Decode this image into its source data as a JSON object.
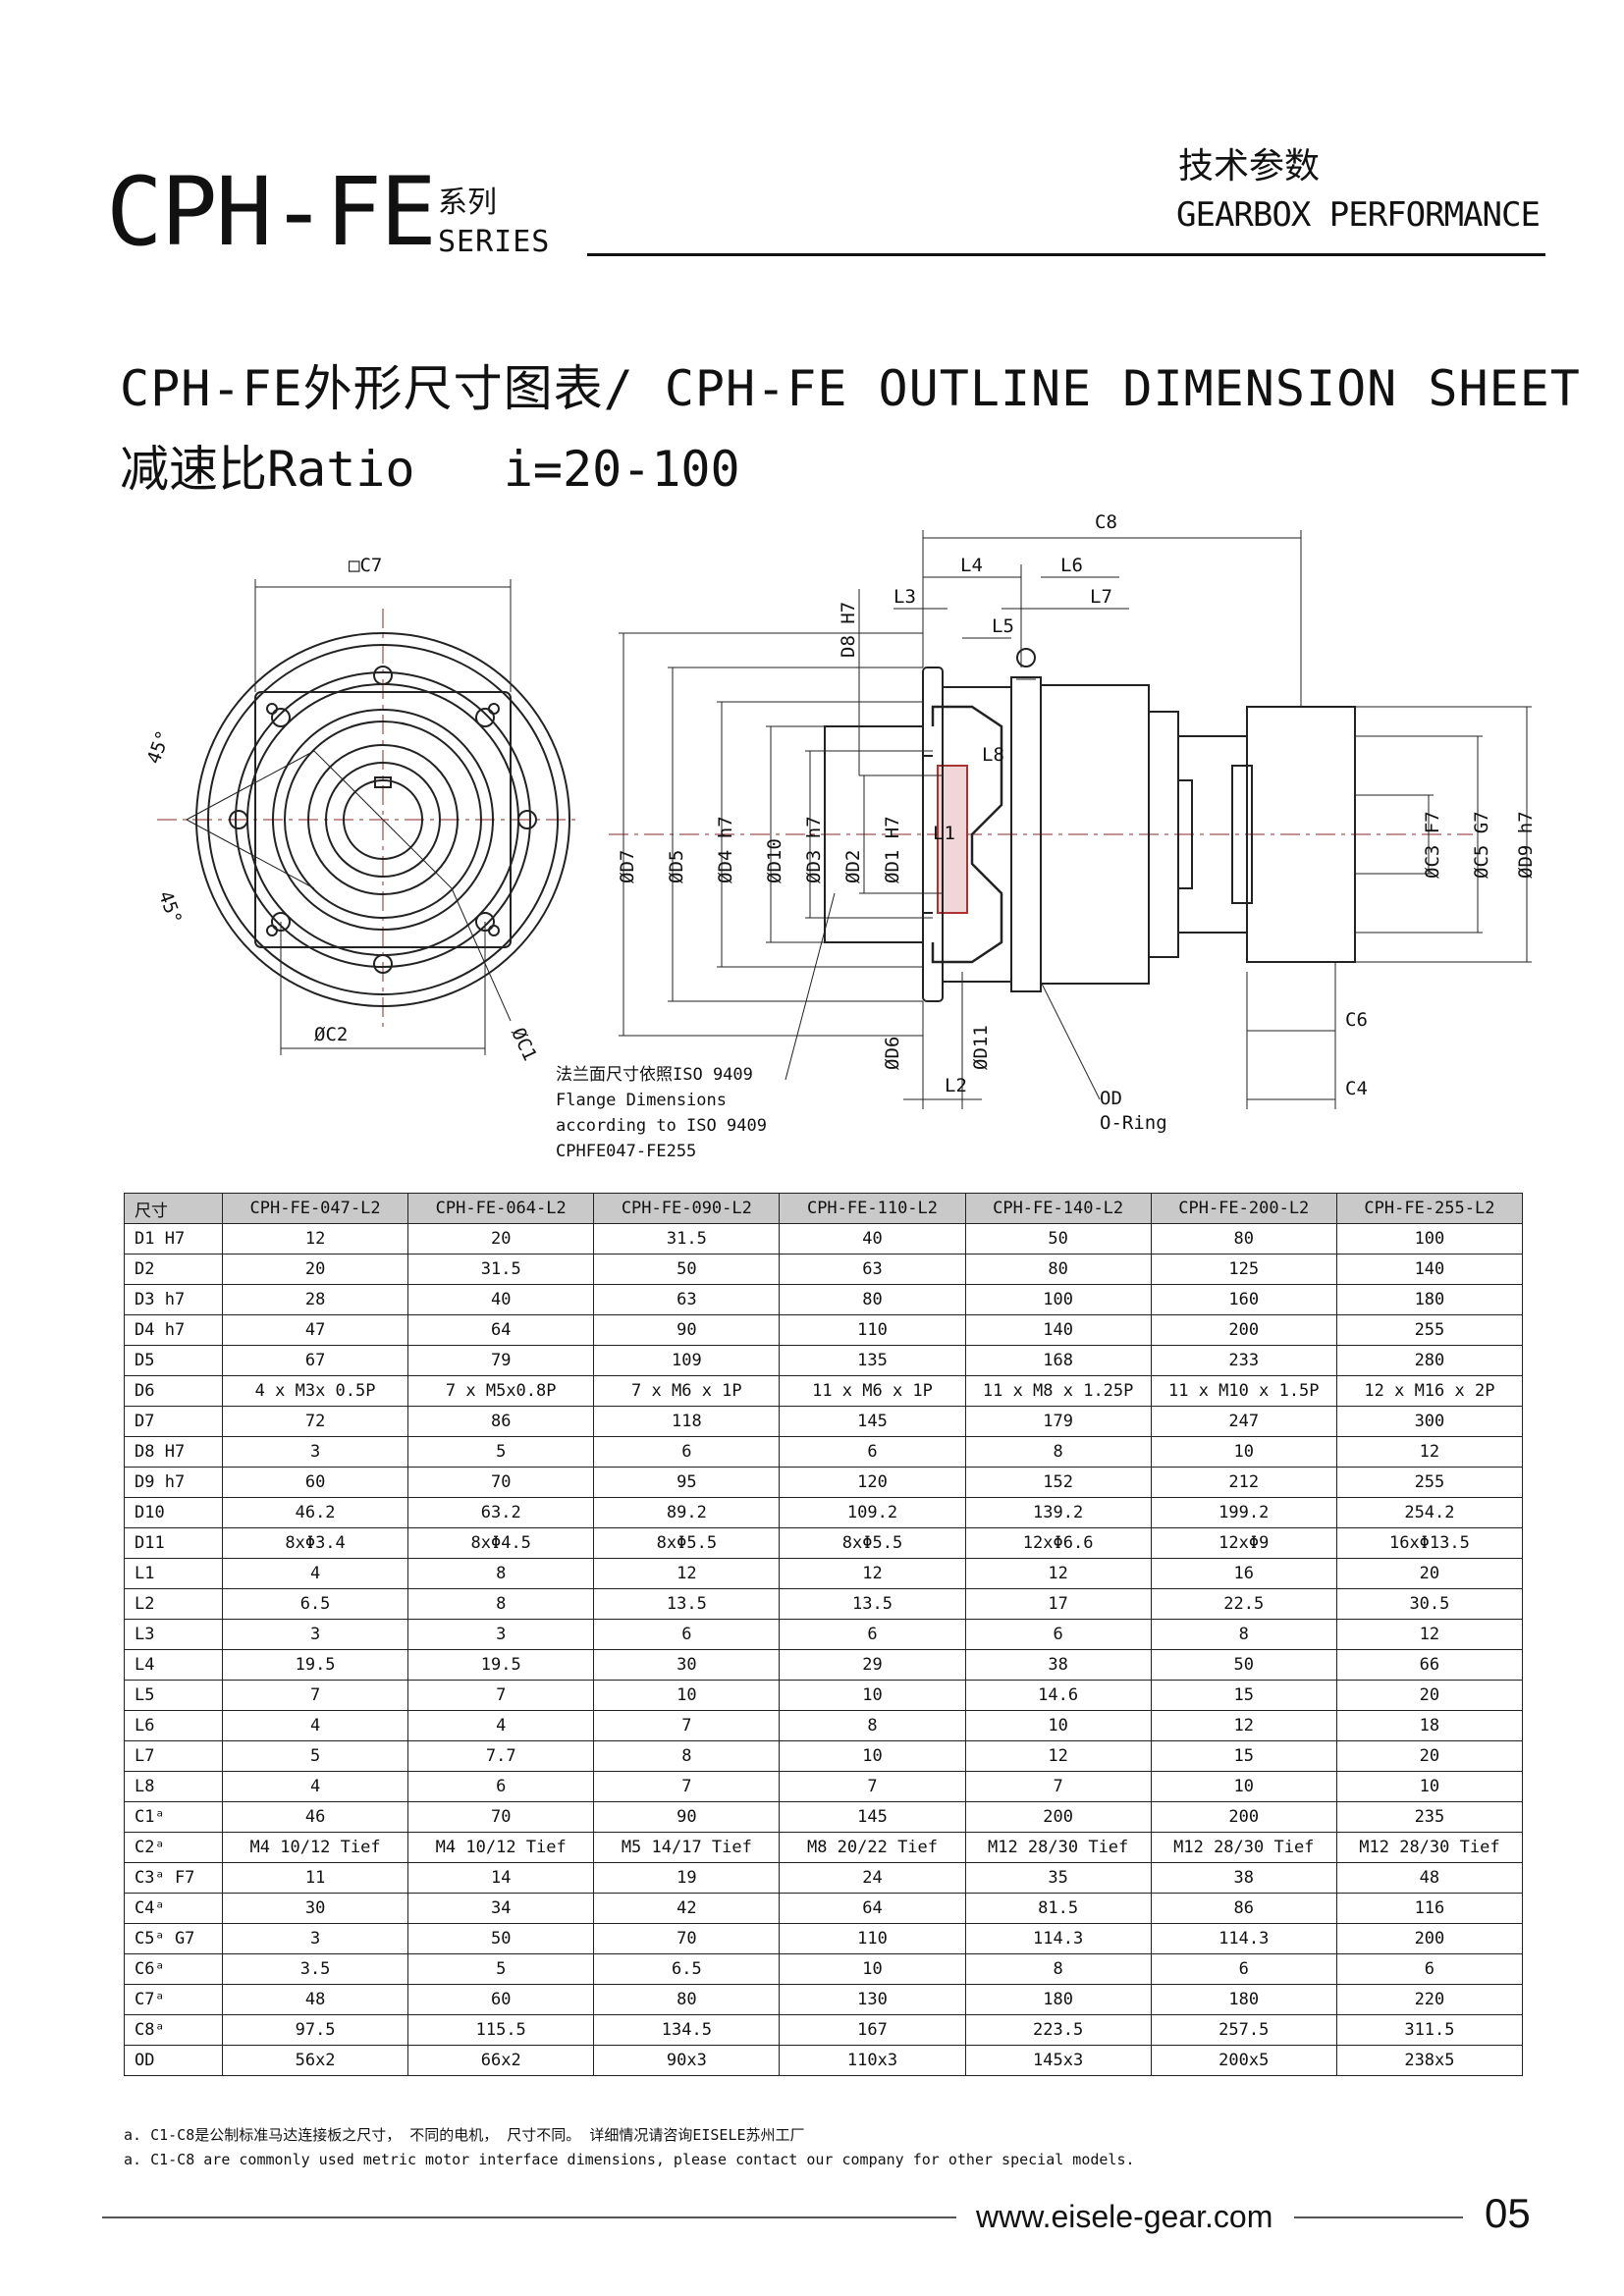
{
  "header": {
    "series_code": "CPH-FE",
    "series_cn": "系列",
    "series_en": "SERIES",
    "section_cn": "技术参数",
    "section_en": "GEARBOX PERFORMANCE"
  },
  "title": {
    "line1": "CPH-FE外形尺寸图表/ CPH-FE OUTLINE DIMENSION SHEET",
    "line2": "减速比Ratio   i=20-100"
  },
  "drawing": {
    "left_labels": {
      "c7": "□C7",
      "c2": "ØC2",
      "c1": "ØC1",
      "angle1": "45°",
      "angle2": "45°"
    },
    "right_labels": {
      "c8": "C8",
      "l4": "L4",
      "l6": "L6",
      "l3": "L3",
      "l7": "L7",
      "l5": "L5",
      "l8": "L8",
      "l1": "L1",
      "l2": "L2",
      "d8": "D8 H7",
      "d7": "ØD7",
      "d5": "ØD5",
      "d4": "ØD4 h7",
      "d10": "ØD10",
      "d3": "ØD3 h7",
      "d2": "ØD2",
      "d1": "ØD1 H7",
      "d6": "ØD6",
      "d11": "ØD11",
      "c3": "ØC3 F7",
      "c5": "ØC5 G7",
      "d9": "ØD9 h7",
      "c6": "C6",
      "c4": "C4",
      "od": "OD",
      "oring": "O-Ring"
    },
    "flange_note": [
      "法兰面尺寸依照ISO 9409",
      "Flange Dimensions",
      "according to ISO 9409",
      "CPHFE047-FE255"
    ]
  },
  "table": {
    "corner": "尺寸",
    "columns": [
      "CPH-FE-047-L2",
      "CPH-FE-064-L2",
      "CPH-FE-090-L2",
      "CPH-FE-110-L2",
      "CPH-FE-140-L2",
      "CPH-FE-200-L2",
      "CPH-FE-255-L2"
    ],
    "rows": [
      {
        "label": "D1 H7",
        "values": [
          "12",
          "20",
          "31.5",
          "40",
          "50",
          "80",
          "100"
        ]
      },
      {
        "label": "D2",
        "values": [
          "20",
          "31.5",
          "50",
          "63",
          "80",
          "125",
          "140"
        ]
      },
      {
        "label": "D3 h7",
        "values": [
          "28",
          "40",
          "63",
          "80",
          "100",
          "160",
          "180"
        ]
      },
      {
        "label": "D4 h7",
        "values": [
          "47",
          "64",
          "90",
          "110",
          "140",
          "200",
          "255"
        ]
      },
      {
        "label": "D5",
        "values": [
          "67",
          "79",
          "109",
          "135",
          "168",
          "233",
          "280"
        ]
      },
      {
        "label": "D6",
        "values": [
          "4 x M3x 0.5P",
          "7 x M5x0.8P",
          "7 x M6 x 1P",
          "11 x M6 x 1P",
          "11 x M8 x 1.25P",
          "11 x M10 x 1.5P",
          "12 x M16 x 2P"
        ]
      },
      {
        "label": "D7",
        "values": [
          "72",
          "86",
          "118",
          "145",
          "179",
          "247",
          "300"
        ]
      },
      {
        "label": "D8 H7",
        "values": [
          "3",
          "5",
          "6",
          "6",
          "8",
          "10",
          "12"
        ]
      },
      {
        "label": "D9 h7",
        "values": [
          "60",
          "70",
          "95",
          "120",
          "152",
          "212",
          "255"
        ]
      },
      {
        "label": "D10",
        "values": [
          "46.2",
          "63.2",
          "89.2",
          "109.2",
          "139.2",
          "199.2",
          "254.2"
        ]
      },
      {
        "label": "D11",
        "values": [
          "8xΦ3.4",
          "8xΦ4.5",
          "8xΦ5.5",
          "8xΦ5.5",
          "12xΦ6.6",
          "12xΦ9",
          "16xΦ13.5"
        ]
      },
      {
        "label": "L1",
        "values": [
          "4",
          "8",
          "12",
          "12",
          "12",
          "16",
          "20"
        ]
      },
      {
        "label": "L2",
        "values": [
          "6.5",
          "8",
          "13.5",
          "13.5",
          "17",
          "22.5",
          "30.5"
        ]
      },
      {
        "label": "L3",
        "values": [
          "3",
          "3",
          "6",
          "6",
          "6",
          "8",
          "12"
        ]
      },
      {
        "label": "L4",
        "values": [
          "19.5",
          "19.5",
          "30",
          "29",
          "38",
          "50",
          "66"
        ]
      },
      {
        "label": "L5",
        "values": [
          "7",
          "7",
          "10",
          "10",
          "14.6",
          "15",
          "20"
        ]
      },
      {
        "label": "L6",
        "values": [
          "4",
          "4",
          "7",
          "8",
          "10",
          "12",
          "18"
        ]
      },
      {
        "label": "L7",
        "values": [
          "5",
          "7.7",
          "8",
          "10",
          "12",
          "15",
          "20"
        ]
      },
      {
        "label": "L8",
        "values": [
          "4",
          "6",
          "7",
          "7",
          "7",
          "10",
          "10"
        ]
      },
      {
        "label": "C1ᵃ",
        "values": [
          "46",
          "70",
          "90",
          "145",
          "200",
          "200",
          "235"
        ]
      },
      {
        "label": "C2ᵃ",
        "values": [
          "M4 10/12 Tief",
          "M4 10/12 Tief",
          "M5 14/17 Tief",
          "M8 20/22 Tief",
          "M12 28/30 Tief",
          "M12 28/30 Tief",
          "M12 28/30 Tief"
        ]
      },
      {
        "label": "C3ᵃ F7",
        "values": [
          "11",
          "14",
          "19",
          "24",
          "35",
          "38",
          "48"
        ]
      },
      {
        "label": "C4ᵃ",
        "values": [
          "30",
          "34",
          "42",
          "64",
          "81.5",
          "86",
          "116"
        ]
      },
      {
        "label": "C5ᵃ G7",
        "values": [
          "3",
          "50",
          "70",
          "110",
          "114.3",
          "114.3",
          "200"
        ]
      },
      {
        "label": "C6ᵃ",
        "values": [
          "3.5",
          "5",
          "6.5",
          "10",
          "8",
          "6",
          "6"
        ]
      },
      {
        "label": "C7ᵃ",
        "values": [
          "48",
          "60",
          "80",
          "130",
          "180",
          "180",
          "220"
        ]
      },
      {
        "label": "C8ᵃ",
        "values": [
          "97.5",
          "115.5",
          "134.5",
          "167",
          "223.5",
          "257.5",
          "311.5"
        ]
      },
      {
        "label": "OD",
        "values": [
          "56x2",
          "66x2",
          "90x3",
          "110x3",
          "145x3",
          "200x5",
          "238x5"
        ]
      }
    ]
  },
  "footnotes": {
    "cn": "a. C1-C8是公制标准马达连接板之尺寸， 不同的电机， 尺寸不同。 详细情况请咨询EISELE苏州工厂",
    "en": "a. C1-C8 are commonly used metric motor interface dimensions, please contact our company for other special models."
  },
  "footer": {
    "url": "www.eisele-gear.com",
    "page": "05"
  }
}
